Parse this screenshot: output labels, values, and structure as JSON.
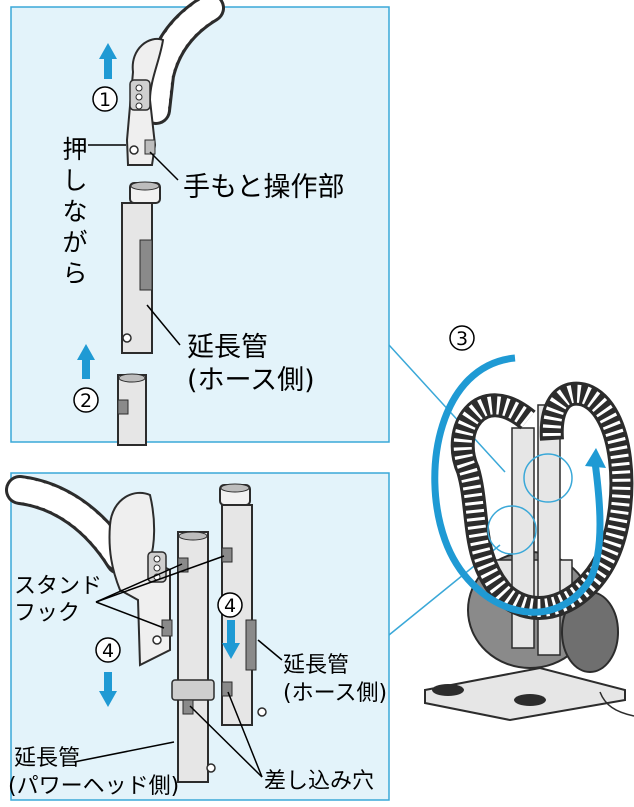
{
  "colors": {
    "panel_fill": "#e3f3fa",
    "panel_border": "#3aa8d8",
    "arrow": "#1f9ad4",
    "circle_fill": "#ffffff",
    "part_dark": "#2c2c2c",
    "part_mid": "#8a8a8a",
    "part_light": "#e6e6e6"
  },
  "panel_top": {
    "step1_number": "1",
    "step2_number": "2",
    "press_label_chars": [
      "押",
      "し",
      "な",
      "が",
      "ら"
    ],
    "handle_label": "手もと操作部",
    "pipe_label_line1": "延長管",
    "pipe_label_line2": "(ホース側)"
  },
  "panel_bottom": {
    "stand_hook_line1": "スタンド",
    "stand_hook_line2": "フック",
    "step4_number_left": "4",
    "step4_number_right": "4",
    "pipe_hose_line1": "延長管",
    "pipe_hose_line2": "(ホース側)",
    "pipe_power_line1": "延長管",
    "pipe_power_line2": "(パワーヘッド側)",
    "insertion_hole_label": "差し込み穴"
  },
  "cleaner": {
    "step3_number": "3"
  }
}
